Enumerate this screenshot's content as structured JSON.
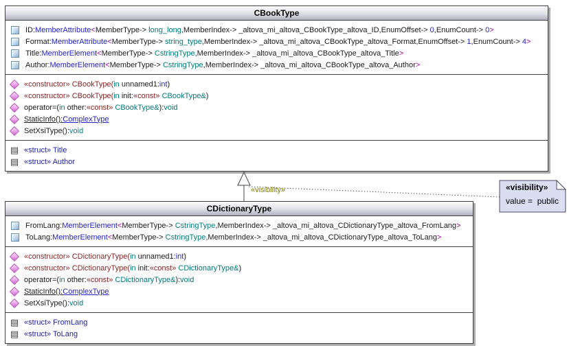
{
  "diagram": {
    "colors": {
      "text_black": "#1a1a1a",
      "type_blue": "#2323cc",
      "type_teal": "#007a7a",
      "bracket_magenta": "#b400b4",
      "stereotype_maroon": "#8b2424",
      "struct_navy": "#2222aa",
      "edge_label_olive": "#808000",
      "class_border": "#3f3f3f",
      "title_grad_top": "#fcfcfe",
      "title_grad_bottom": "#b2b2c0",
      "note_bg": "#d9def2",
      "note_border": "#4a4a66",
      "shadow": "#ababab"
    },
    "icons": {
      "struct_glyph": "▤"
    },
    "classes": [
      {
        "title": "CBookType",
        "attributes": [
          {
            "spans": [
              [
                "k",
                "ID:"
              ],
              [
                "b",
                "MemberAttribute"
              ],
              [
                "m",
                "<"
              ],
              [
                "k",
                "MemberType-> "
              ],
              [
                "t",
                "long_long"
              ],
              [
                "k",
                ",MemberIndex-> _altova_mi_altova_CBookType_altova_ID,EnumOffset-> "
              ],
              [
                "b",
                "0"
              ],
              [
                "k",
                ",EnumCount-> "
              ],
              [
                "b",
                "0"
              ],
              [
                "m",
                ">"
              ]
            ]
          },
          {
            "spans": [
              [
                "k",
                "Format:"
              ],
              [
                "b",
                "MemberAttribute"
              ],
              [
                "m",
                "<"
              ],
              [
                "k",
                "MemberType-> "
              ],
              [
                "t",
                "string_type"
              ],
              [
                "k",
                ",MemberIndex-> _altova_mi_altova_CBookType_altova_Format,EnumOffset-> "
              ],
              [
                "b",
                "1"
              ],
              [
                "k",
                ",EnumCount-> "
              ],
              [
                "b",
                "4"
              ],
              [
                "m",
                ">"
              ]
            ]
          },
          {
            "spans": [
              [
                "k",
                "Title:"
              ],
              [
                "b",
                "MemberElement"
              ],
              [
                "m",
                "<"
              ],
              [
                "k",
                "MemberType-> "
              ],
              [
                "t",
                "CstringType"
              ],
              [
                "k",
                ",MemberIndex-> _altova_mi_altova_CBookType_altova_Title"
              ],
              [
                "m",
                ">"
              ]
            ]
          },
          {
            "spans": [
              [
                "k",
                "Author:"
              ],
              [
                "b",
                "MemberElement"
              ],
              [
                "m",
                "<"
              ],
              [
                "k",
                "MemberType-> "
              ],
              [
                "t",
                "CstringType"
              ],
              [
                "k",
                ",MemberIndex-> _altova_mi_altova_CBookType_altova_Author"
              ],
              [
                "m",
                ">"
              ]
            ]
          }
        ],
        "operations": [
          {
            "spans": [
              [
                "r",
                "«constructor» CBookType("
              ],
              [
                "t",
                "in"
              ],
              [
                "k",
                " unnamed1:"
              ],
              [
                "b",
                "int"
              ],
              [
                "k",
                ")"
              ]
            ]
          },
          {
            "spans": [
              [
                "r",
                "«constructor» CBookType("
              ],
              [
                "t",
                "in"
              ],
              [
                "k",
                " init:"
              ],
              [
                "r",
                "«const»"
              ],
              [
                "t",
                " CBookType&"
              ],
              [
                "k",
                ")"
              ]
            ]
          },
          {
            "spans": [
              [
                "k",
                "operator=("
              ],
              [
                "t",
                "in"
              ],
              [
                "k",
                " other:"
              ],
              [
                "r",
                "«const»"
              ],
              [
                "t",
                " CBookType&"
              ],
              [
                "k",
                "):"
              ],
              [
                "t",
                "void"
              ]
            ]
          },
          {
            "u": true,
            "spans": [
              [
                "k",
                "StaticInfo():"
              ],
              [
                "b",
                "ComplexType"
              ]
            ]
          },
          {
            "spans": [
              [
                "k",
                "SetXsiType():"
              ],
              [
                "t",
                "void"
              ]
            ]
          }
        ],
        "structs": [
          {
            "spans": [
              [
                "n",
                "«struct» Title"
              ]
            ]
          },
          {
            "spans": [
              [
                "n",
                "«struct» Author"
              ]
            ]
          }
        ]
      },
      {
        "title": "CDictionaryType",
        "attributes": [
          {
            "spans": [
              [
                "k",
                "FromLang:"
              ],
              [
                "b",
                "MemberElement"
              ],
              [
                "m",
                "<"
              ],
              [
                "k",
                "MemberType-> "
              ],
              [
                "t",
                "CstringType"
              ],
              [
                "k",
                ",MemberIndex-> _altova_mi_altova_CDictionaryType_altova_FromLang"
              ],
              [
                "m",
                ">"
              ]
            ]
          },
          {
            "spans": [
              [
                "k",
                "ToLang:"
              ],
              [
                "b",
                "MemberElement"
              ],
              [
                "m",
                "<"
              ],
              [
                "k",
                "MemberType-> "
              ],
              [
                "t",
                "CstringType"
              ],
              [
                "k",
                ",MemberIndex-> _altova_mi_altova_CDictionaryType_altova_ToLang"
              ],
              [
                "m",
                ">"
              ]
            ]
          }
        ],
        "operations": [
          {
            "spans": [
              [
                "r",
                "«constructor» CDictionaryType("
              ],
              [
                "t",
                "in"
              ],
              [
                "k",
                " unnamed1:"
              ],
              [
                "b",
                "int"
              ],
              [
                "k",
                ")"
              ]
            ]
          },
          {
            "spans": [
              [
                "r",
                "«constructor» CDictionaryType("
              ],
              [
                "t",
                "in"
              ],
              [
                "k",
                " init:"
              ],
              [
                "r",
                "«const»"
              ],
              [
                "t",
                " CDictionaryType&"
              ],
              [
                "k",
                ")"
              ]
            ]
          },
          {
            "spans": [
              [
                "k",
                "operator=("
              ],
              [
                "t",
                "in"
              ],
              [
                "k",
                " other:"
              ],
              [
                "r",
                "«const»"
              ],
              [
                "t",
                " CDictionaryType&"
              ],
              [
                "k",
                "):"
              ],
              [
                "t",
                "void"
              ]
            ]
          },
          {
            "u": true,
            "spans": [
              [
                "k",
                "StaticInfo():"
              ],
              [
                "b",
                "ComplexType"
              ]
            ]
          },
          {
            "spans": [
              [
                "k",
                "SetXsiType():"
              ],
              [
                "t",
                "void"
              ]
            ]
          }
        ],
        "structs": [
          {
            "spans": [
              [
                "n",
                "«struct» FromLang"
              ]
            ]
          },
          {
            "spans": [
              [
                "n",
                "«struct» ToLang"
              ]
            ]
          }
        ]
      }
    ],
    "edge": {
      "type": "generalization",
      "label": "«visibility»"
    },
    "note": {
      "stereotype": "«visibility»",
      "body": "value =  public"
    }
  }
}
